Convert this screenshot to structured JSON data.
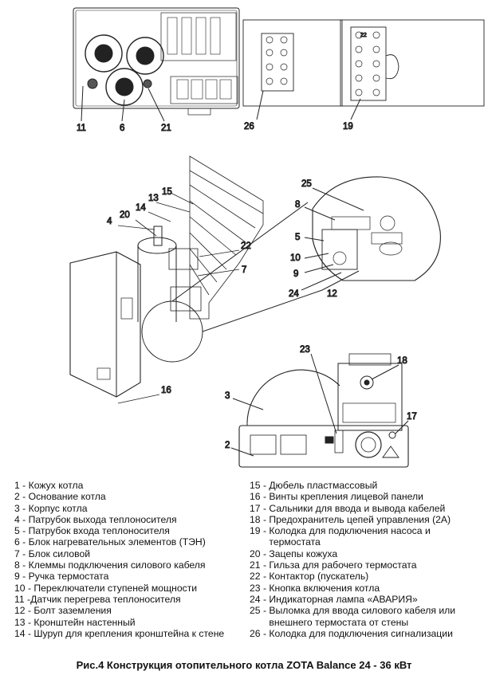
{
  "callouts": {
    "top_left": [
      "11",
      "6",
      "21"
    ],
    "top_mid": "26",
    "top_right": "19",
    "middle": [
      "13",
      "15",
      "14",
      "4",
      "20",
      "22",
      "7",
      "16"
    ],
    "zoom": [
      "25",
      "8",
      "5",
      "10",
      "9",
      "24",
      "12"
    ],
    "bottom": [
      "23",
      "18",
      "3",
      "17",
      "2"
    ],
    "term_label": "22"
  },
  "legend": {
    "left": [
      {
        "num": "1 - ",
        "text": "Кожух котла"
      },
      {
        "num": "2 - ",
        "text": "Основание котла"
      },
      {
        "num": "3 - ",
        "text": "Корпус котла"
      },
      {
        "num": "4 - ",
        "text": "Патрубок выхода теплоносителя"
      },
      {
        "num": "5 - ",
        "text": "Патрубок входа теплоносителя"
      },
      {
        "num": "6 - ",
        "text": "Блок нагревательных элементов (ТЭН)"
      },
      {
        "num": "7 - ",
        "text": "Блок силовой"
      },
      {
        "num": "8 - ",
        "text": "Клеммы подключения силового кабеля"
      },
      {
        "num": "9 - ",
        "text": "Ручка термостата"
      },
      {
        "num": "10 - ",
        "text": "Переключатели ступеней мощности"
      },
      {
        "num": "11 -",
        "text": "Датчик перегрева теплоносителя"
      },
      {
        "num": "12 - ",
        "text": "Болт заземления"
      },
      {
        "num": "13 - ",
        "text": "Кронштейн настенный"
      },
      {
        "num": "14 - ",
        "text": "Шуруп для крепления кронштейна к стене"
      }
    ],
    "right": [
      {
        "num": "15 - ",
        "text": "Дюбель пластмассовый"
      },
      {
        "num": "16 - ",
        "text": "Винты крепления лицевой панели"
      },
      {
        "num": "17 - ",
        "text": "Сальники для ввода и вывода кабелей"
      },
      {
        "num": "18 - ",
        "text": "Предохранитель цепей управления (2А)"
      },
      {
        "num": "19 - ",
        "text": "Колодка для подключения насоса и термостата"
      },
      {
        "num": "20 - ",
        "text": "Зацепы кожуха"
      },
      {
        "num": "21 - ",
        "text": "Гильза для рабочего термостата"
      },
      {
        "num": "22 - ",
        "text": "Контактор (пускатель)"
      },
      {
        "num": "23 - ",
        "text": "Кнопка включения котла"
      },
      {
        "num": "24 - ",
        "text": "Индикаторная лампа «АВАРИЯ»"
      },
      {
        "num": "25 - ",
        "text": "Выломка для ввода силового кабеля или внешнего термостата от стены"
      },
      {
        "num": "26 - ",
        "text": "Колодка для подключения сигнализации"
      }
    ]
  },
  "caption": "Рис.4 Конструкция отопительного котла ZOTA Balance 24 - 36 кВт"
}
